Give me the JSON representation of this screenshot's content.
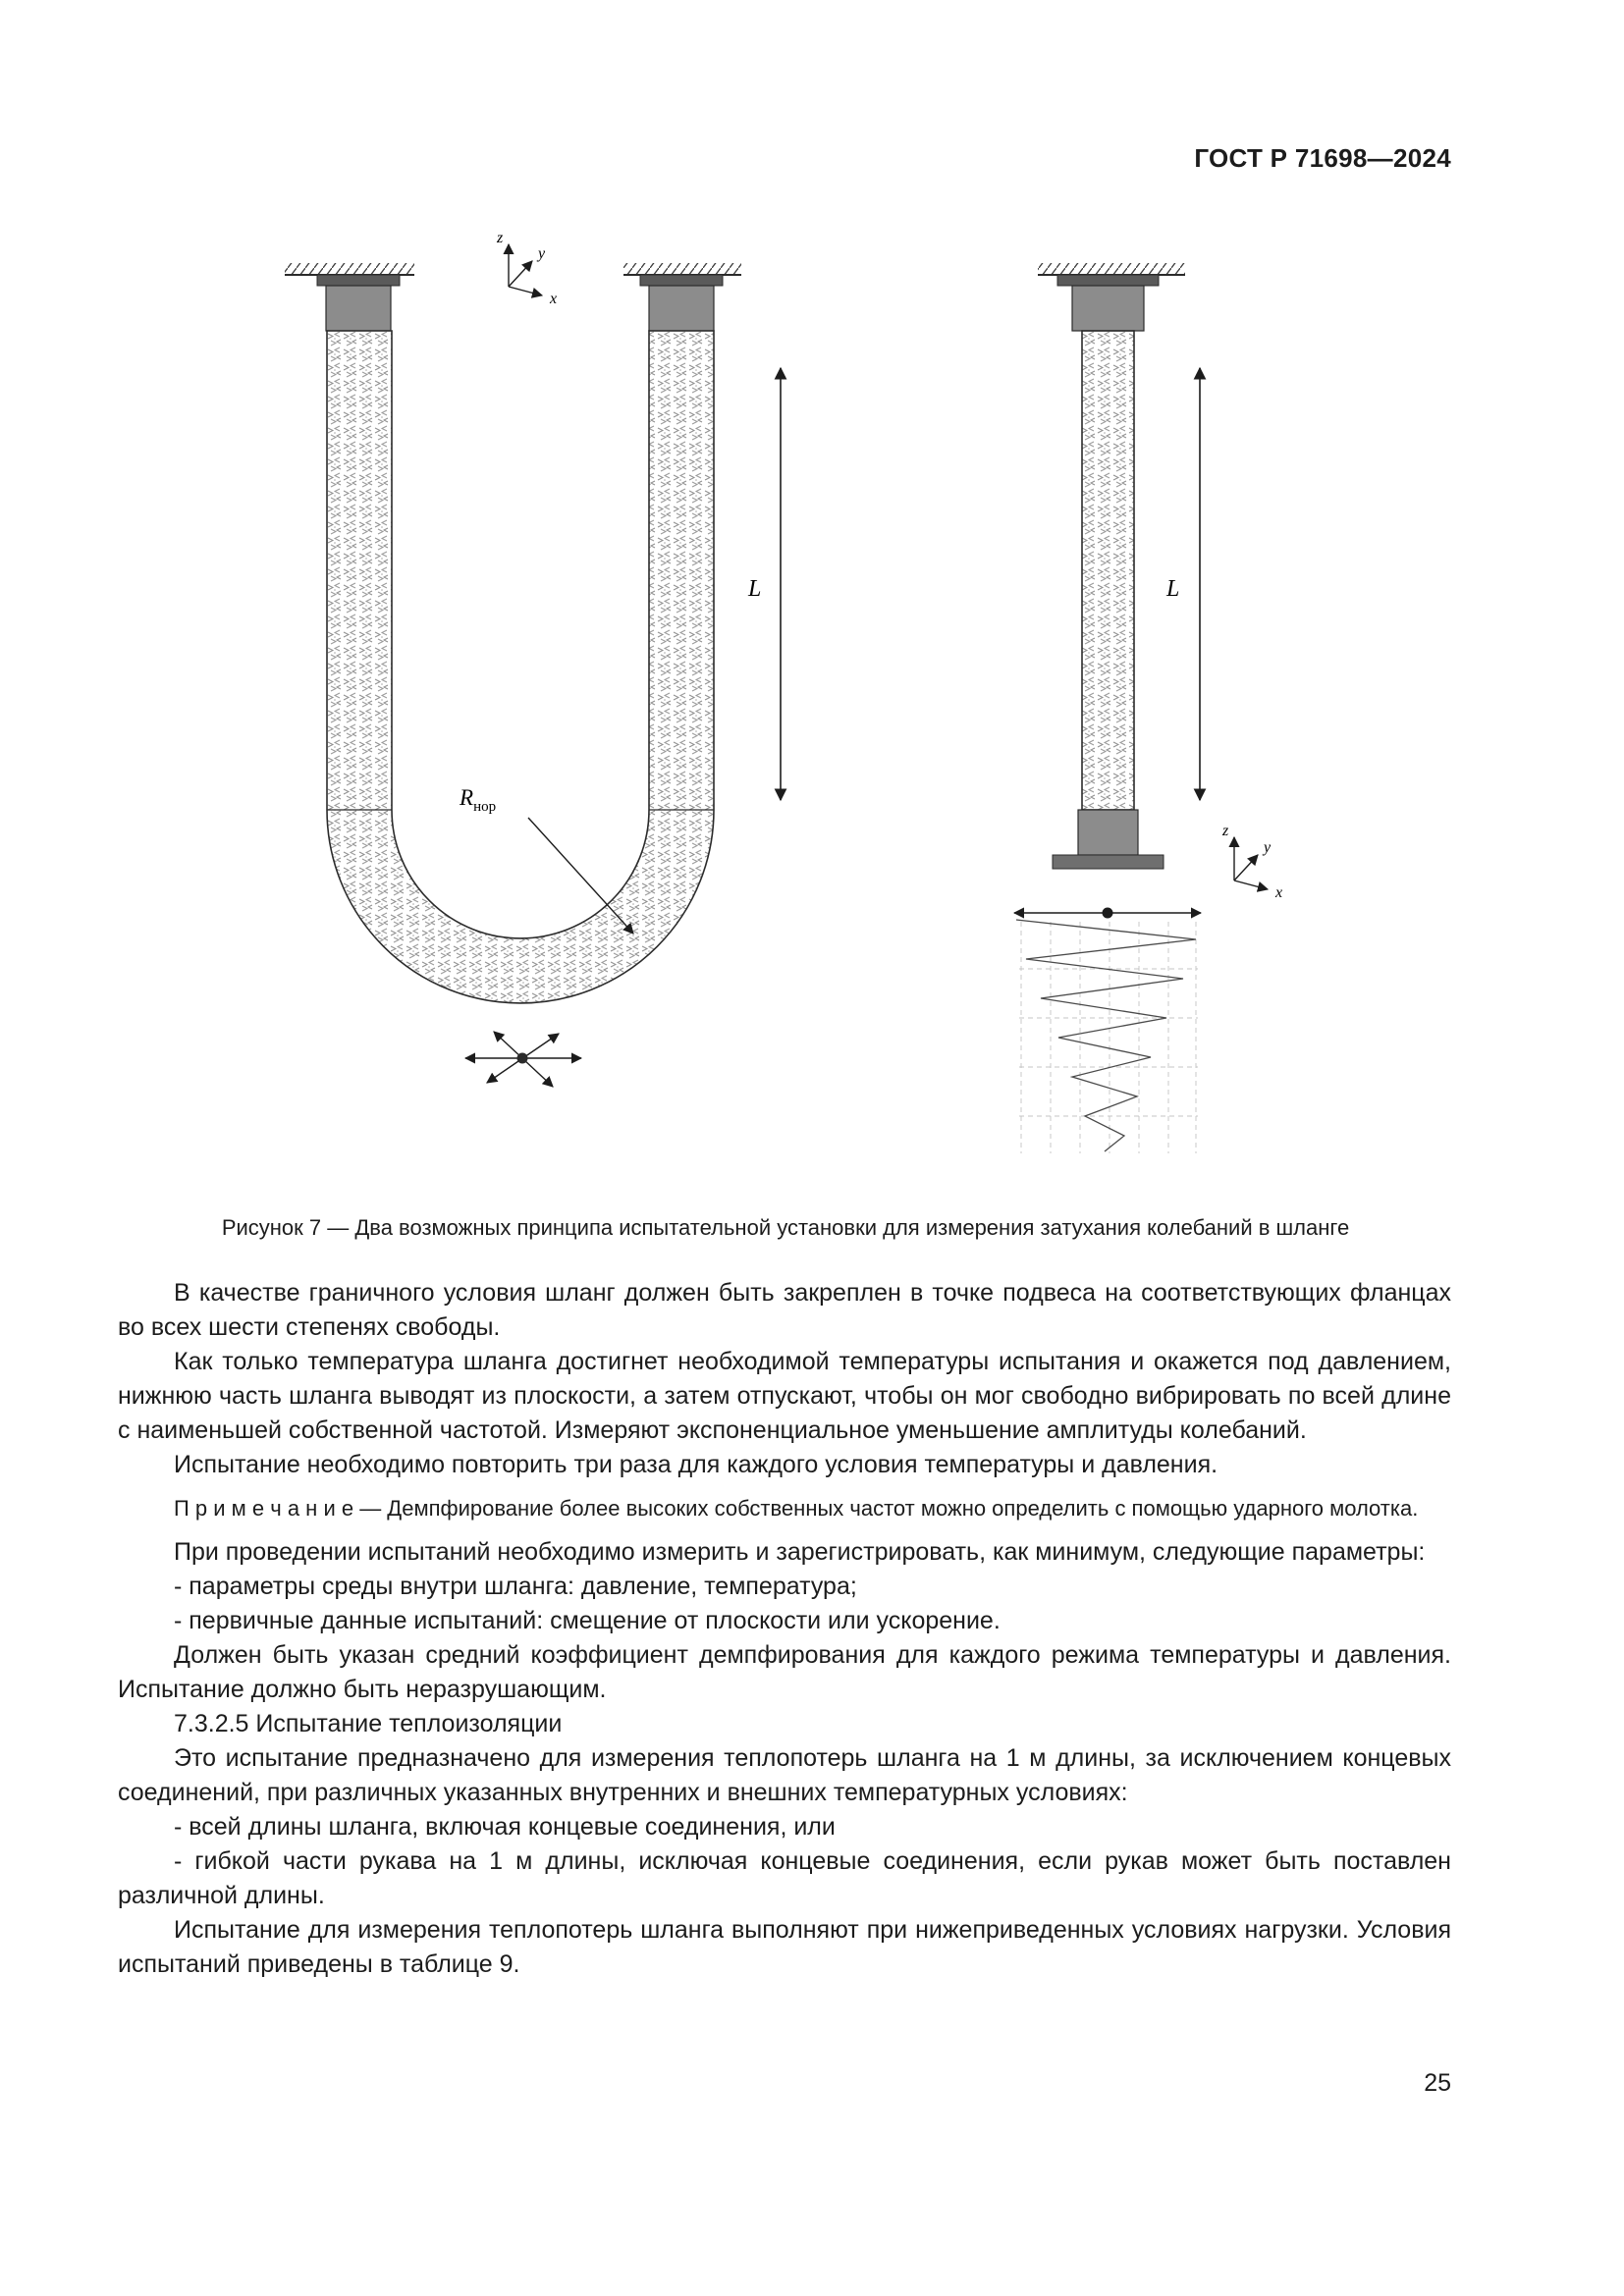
{
  "header": {
    "doc_number": "ГОСТ Р 71698—2024"
  },
  "figure": {
    "caption": "Рисунок 7 — Два возможных принципа испытательной установки для измерения затухания колебаний в шланге",
    "axes": {
      "x": "x",
      "y": "y",
      "z": "z"
    },
    "dim_label": "L",
    "radius_label": "R",
    "radius_sub": "нор"
  },
  "content": {
    "paragraphs": [
      {
        "text": "В качестве граничного условия шланг должен быть закреплен в точке подвеса на соответствующих фланцах во всех шести степенях свободы."
      },
      {
        "text": "Как только температура шланга достигнет необходимой температуры испытания и окажется под давлением, нижнюю часть шланга выводят из плоскости, а затем отпускают, чтобы он мог свободно вибрировать по всей длине с наименьшей собственной частотой. Измеряют экспоненциальное уменьшение амплитуды колебаний."
      },
      {
        "text": "Испытание необходимо повторить три раза для каждого условия температуры и давления."
      },
      {
        "text": "П р и м е ч а н и е  —  Демпфирование более высоких собственных частот можно определить с помощью ударного молотка."
      },
      {
        "text": "При проведении испытаний необходимо измерить и зарегистрировать, как минимум, следующие параметры:"
      },
      {
        "text": "- параметры среды внутри шланга: давление, температура;"
      },
      {
        "text": "- первичные данные испытаний: смещение от плоскости или ускорение."
      },
      {
        "text": "Должен быть указан средний коэффициент демпфирования для каждого режима температуры и давления. Испытание должно быть неразрушающим."
      },
      {
        "text": "7.3.2.5 Испытание теплоизоляции"
      },
      {
        "text": "Это испытание предназначено для измерения теплопотерь шланга на 1 м длины, за исключением концевых соединений, при различных указанных внутренних и внешних температурных условиях:"
      },
      {
        "text": "- всей длины шланга, включая концевые соединения, или"
      },
      {
        "text": "- гибкой части рукава на 1 м длины, исключая концевые соединения, если рукав может быть поставлен различной длины."
      },
      {
        "text": "Испытание для измерения теплопотерь шланга выполняют при нижеприведенных условиях нагрузки. Условия испытаний приведены в таблице 9."
      }
    ]
  },
  "page": {
    "number": "25"
  }
}
